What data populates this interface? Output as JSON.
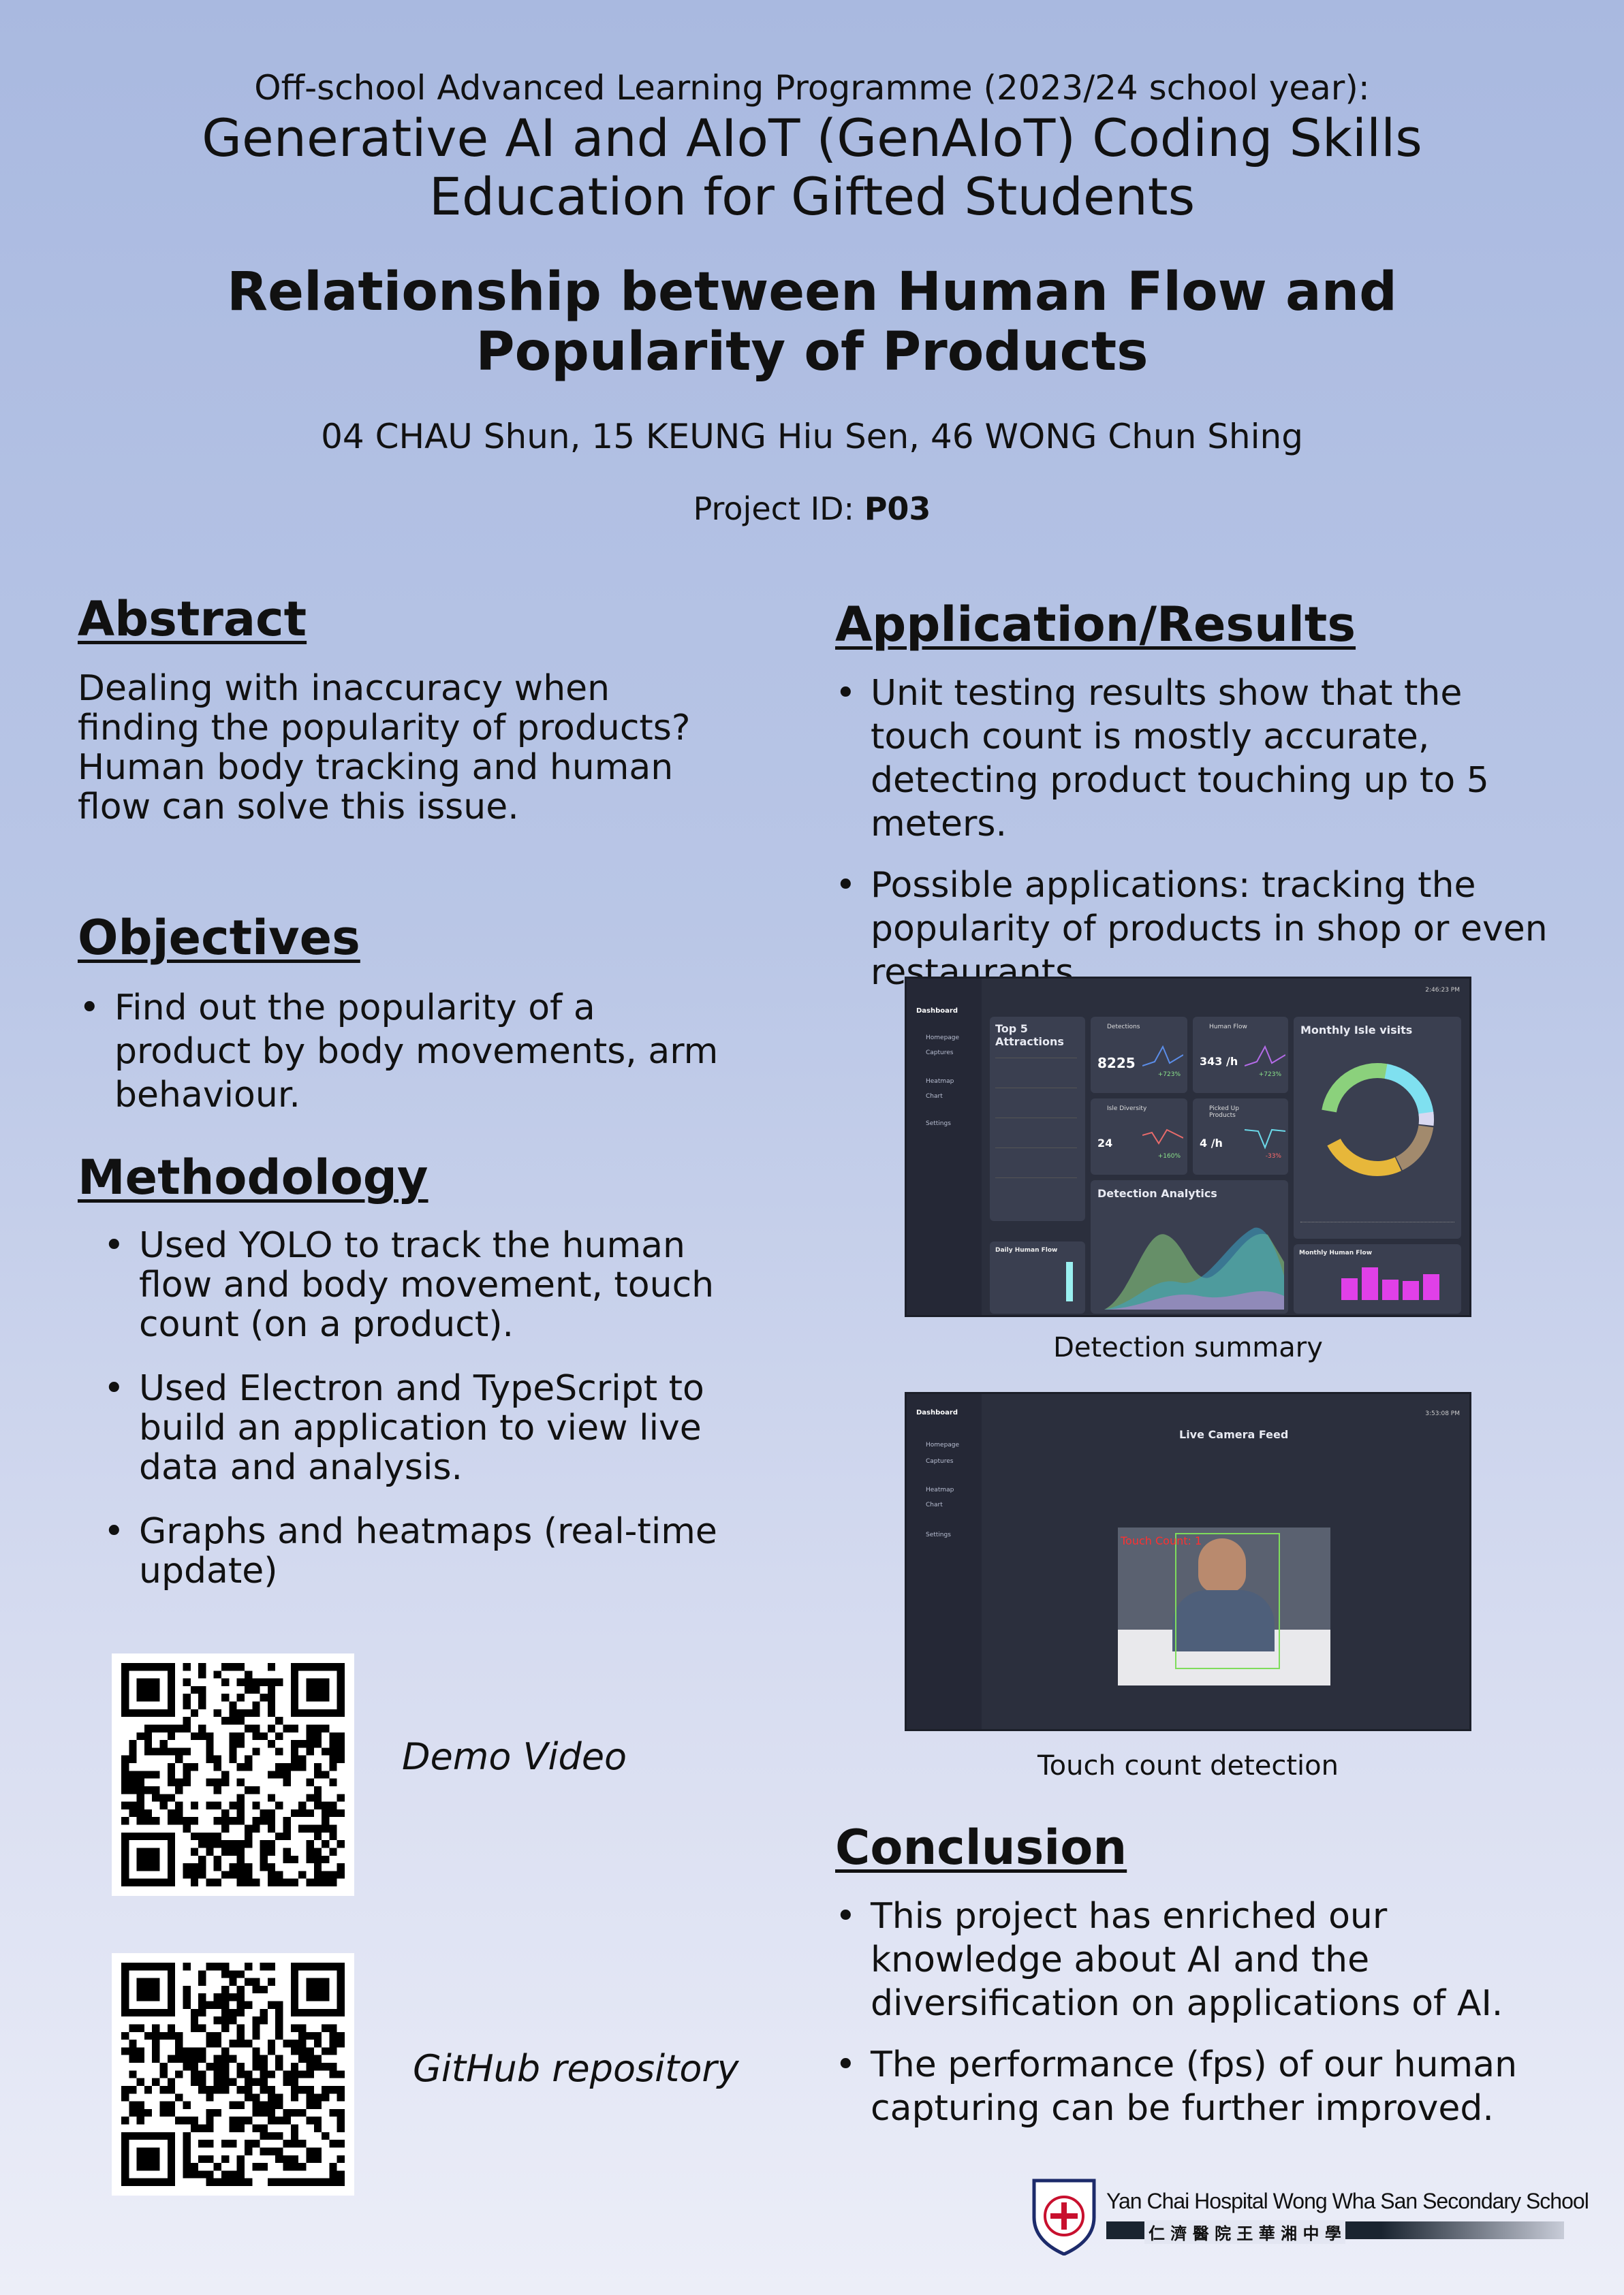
{
  "header": {
    "programme": "Off-school Advanced Learning Programme (2023/24 school year):",
    "course_line1": "Generative AI and AIoT (GenAIoT) Coding Skills",
    "course_line2": "Education for Gifted Students",
    "title_line1": "Relationship between Human Flow and",
    "title_line2": "Popularity of Products",
    "authors": "04 CHAU Shun, 15 KEUNG Hiu Sen, 46 WONG Chun Shing",
    "project_id_label": "Project ID: ",
    "project_id": "P03"
  },
  "abstract": {
    "heading": "Abstract",
    "text": "Dealing with inaccuracy when finding the popularity of products? Human body tracking and human flow can solve this issue."
  },
  "objectives": {
    "heading": "Objectives",
    "items": [
      "Find out the popularity of a product by body movements, arm behaviour."
    ]
  },
  "methodology": {
    "heading": "Methodology",
    "items": [
      "Used YOLO to track the human flow and body movement, touch count (on a product).",
      "Used Electron and TypeScript to build an application to view live data and analysis.",
      "Graphs and heatmaps (real-time update)"
    ]
  },
  "qr_codes": [
    {
      "label": "Demo Video"
    },
    {
      "label": "GitHub repository"
    }
  ],
  "results": {
    "heading": "Application/Results",
    "items": [
      "Unit testing results show that the touch count is mostly accurate, detecting product touching up to 5 meters.",
      "Possible applications: tracking the popularity of products in shop or even restaurants"
    ],
    "figure1_caption": "Detection summary",
    "figure2_caption": "Touch count detection"
  },
  "dashboard": {
    "app_name": "Dashboard",
    "time1": "2:46:23 PM",
    "time2": "3:53:08 PM",
    "nav": [
      "Homepage",
      "Captures",
      "Heatmap",
      "Chart",
      "Settings"
    ],
    "top5_title": "Top 5 Attractions",
    "cards": [
      {
        "title": "Detections",
        "value": "8225",
        "change": "+723%"
      },
      {
        "title": "Human Flow",
        "value": "343 /h",
        "change": "+723%"
      },
      {
        "title": "Isle Diversity",
        "value": "24",
        "change": "+160%"
      },
      {
        "title": "Picked Up Products",
        "value": "4 /h",
        "change": "-33%"
      }
    ],
    "monthly_title": "Monthly Isle visits",
    "analytics_title": "Detection Analytics",
    "daily_title": "Daily Human Flow",
    "monthly_flow_title": "Monthly Human Flow",
    "live_title": "Live Camera Feed",
    "touch_label": "Touch Count: 1",
    "colors": {
      "green": "#8bd17c",
      "cyan": "#7fe0f0",
      "yellow": "#e7b73a",
      "brown": "#a28a6d",
      "magenta": "#e040e8"
    }
  },
  "conclusion": {
    "heading": "Conclusion",
    "items": [
      "This project has enriched our knowledge about AI and the diversification on applications of AI.",
      "The performance (fps) of our human capturing can be further improved."
    ]
  },
  "school": {
    "name_en": "Yan Chai Hospital Wong Wha San Secondary School",
    "name_zh": "仁 濟 醫 院 王 華 湘 中 學"
  }
}
